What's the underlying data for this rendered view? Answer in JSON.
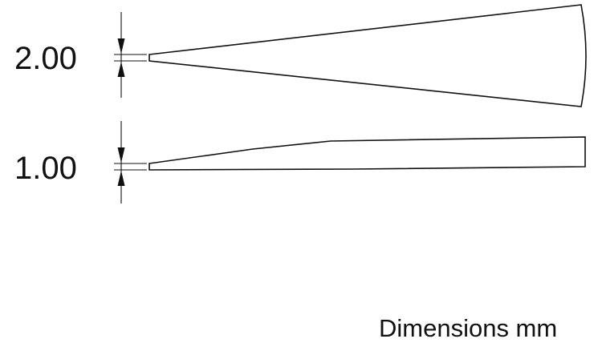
{
  "dimensions": {
    "top_profile": {
      "value": "2.00"
    },
    "bottom_profile": {
      "value": "1.00"
    }
  },
  "units_caption": "Dimensions mm",
  "colors": {
    "line": "#111111",
    "background": "#ffffff"
  }
}
